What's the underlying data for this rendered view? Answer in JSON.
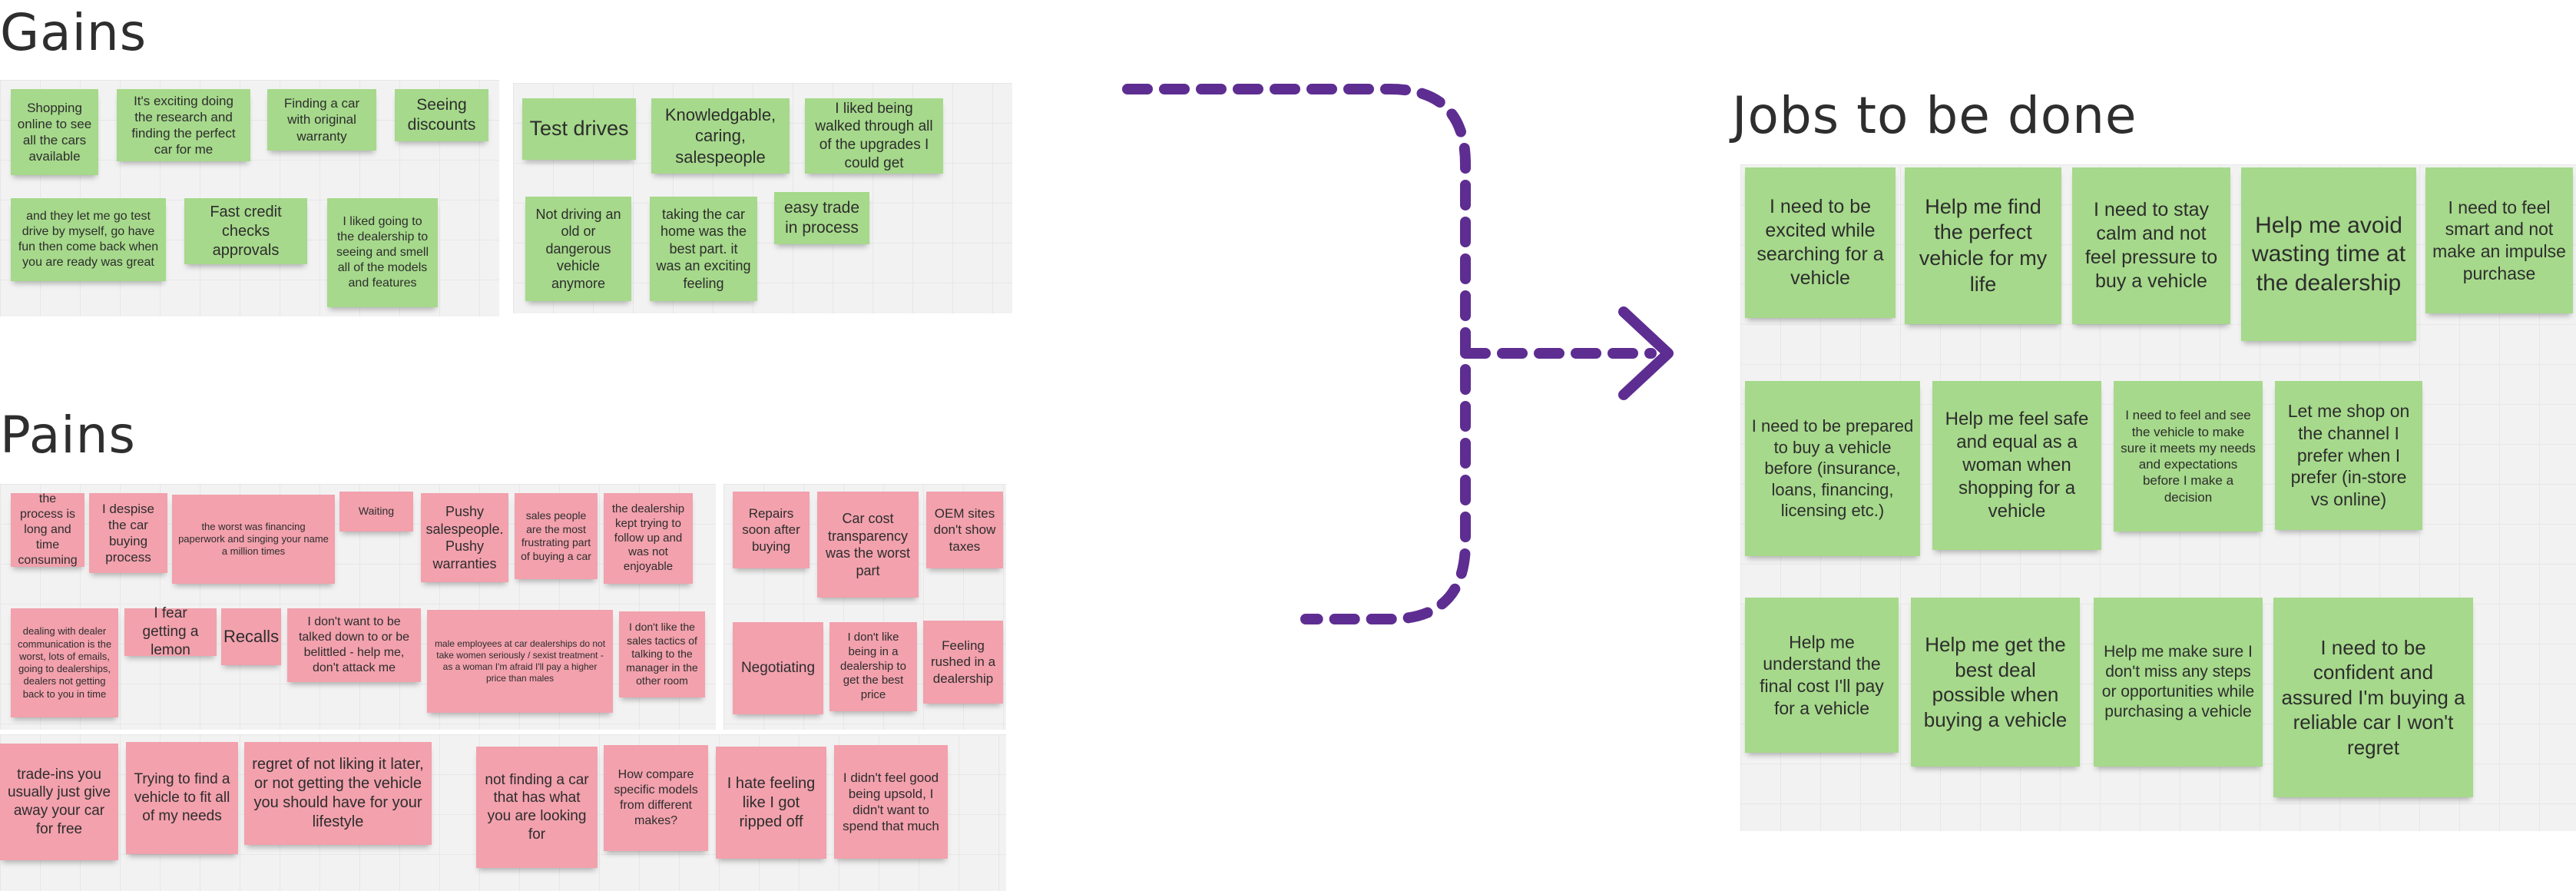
{
  "colors": {
    "gain_note": "#a6d98b",
    "pain_note": "#f2a1ad",
    "job_note": "#a6d98b",
    "connector": "#5e2d91",
    "board": "#f2f2f2"
  },
  "gains": {
    "title": "Gains",
    "notes": [
      "Shopping online to see all the cars available",
      "It's exciting doing the research and finding the perfect car for me",
      "Finding a car with original warranty",
      "Seeing discounts",
      "and they let me go test drive by myself, go have fun then come back when you are ready was great",
      "Fast credit checks approvals",
      "I liked going to the dealership to seeing and smell all of the models and features",
      "Test drives",
      "Knowledgable, caring, salespeople",
      "I liked being walked through all of the upgrades I could get",
      "Not driving an old or dangerous vehicle anymore",
      "taking  the car home was the best part. it was an exciting feeling",
      "easy trade in process"
    ]
  },
  "pains": {
    "title": "Pains",
    "notes": [
      "the process is long and time consuming",
      "I despise the car buying process",
      "the worst was financing paperwork and singing your name a million times",
      "Waiting",
      "Pushy salespeople. Pushy warranties",
      "sales people are the most frustrating part of buying a car",
      "the dealership kept trying to follow up and was not enjoyable",
      "dealing with dealer communication is the worst, lots of emails, going to dealerships, dealers not getting back to you in time",
      "I fear getting a lemon",
      "Recalls",
      "I don't want to be talked down to or be belittled - help me, don't attack me",
      "male employees at car dealerships do not take women seriously / sexist treatment - as a woman I'm afraid I'll pay a higher price than males",
      "I don't like the sales tactics of talking to the manager in the other room",
      "Repairs soon after buying",
      "Car cost transparency was the worst part",
      "OEM sites don't show taxes",
      "Negotiating",
      "I don't like being in a dealership to get the best price",
      "Feeling rushed in a dealership",
      "trade-ins you usually just give away your car for free",
      "Trying to find a vehicle to fit all of my needs",
      "regret of not liking it later, or not getting the vehicle you should have for your lifestyle",
      "not finding a car that has what you are looking for",
      "How compare specific models from different makes?",
      "I hate feeling like I got ripped off",
      "I didn't feel good being upsold, I didn't want to spend that much"
    ]
  },
  "jobs": {
    "title": "Jobs to be done",
    "notes": [
      "I need to be excited while searching for a vehicle",
      "Help me find the perfect vehicle for my life",
      "I need to stay calm and not feel pressure to buy a vehicle",
      "Help me avoid wasting time at the dealership",
      "I need to feel smart and not make an impulse purchase",
      "I need to be prepared to buy a vehicle before (insurance, loans, financing, licensing etc.)",
      "Help me feel safe and equal as a woman when shopping for a vehicle",
      "I need to feel and see the vehicle to make sure it meets my needs and expectations before I make a decision",
      "Let me shop on the channel I prefer when I prefer (in-store vs online)",
      "Help me understand the final cost I'll pay for a vehicle",
      "Help me get the best deal possible when buying a vehicle",
      "Help me make sure I don't miss any steps or opportunities while purchasing a vehicle",
      "I need to be confident and assured I'm buying a reliable car I won't regret"
    ]
  }
}
